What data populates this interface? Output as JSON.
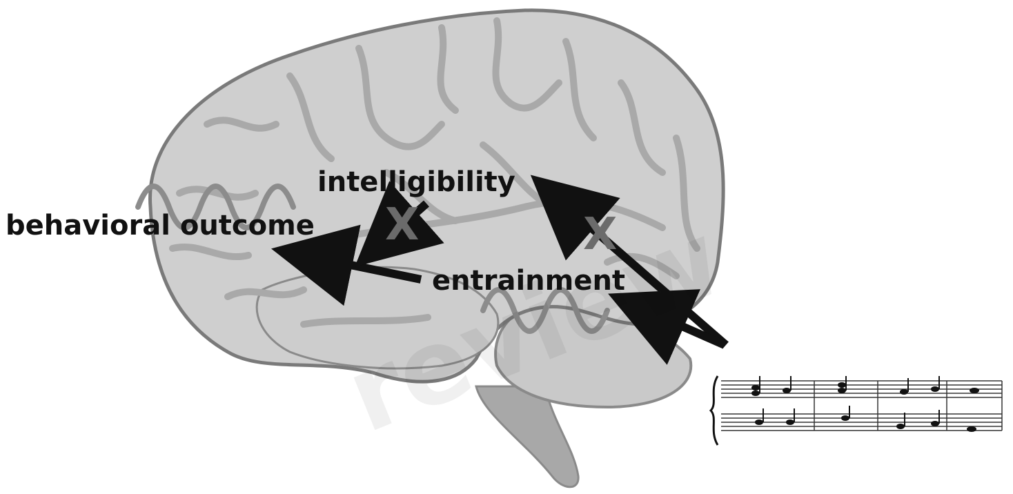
{
  "labels": {
    "behavioral_outcome": "behavioral outcome",
    "intelligibility": "intelligibility",
    "entrainment": "entrainment"
  },
  "blocked_marks": {
    "left": "X",
    "right": "X"
  },
  "watermark": "review",
  "colors": {
    "brain_fill": "#cfcfcf",
    "sulci": "#a9a9a9",
    "outline": "#808080",
    "arrow": "#111111",
    "cross": "#6b6b6b",
    "wave": "#8c8c8c"
  }
}
